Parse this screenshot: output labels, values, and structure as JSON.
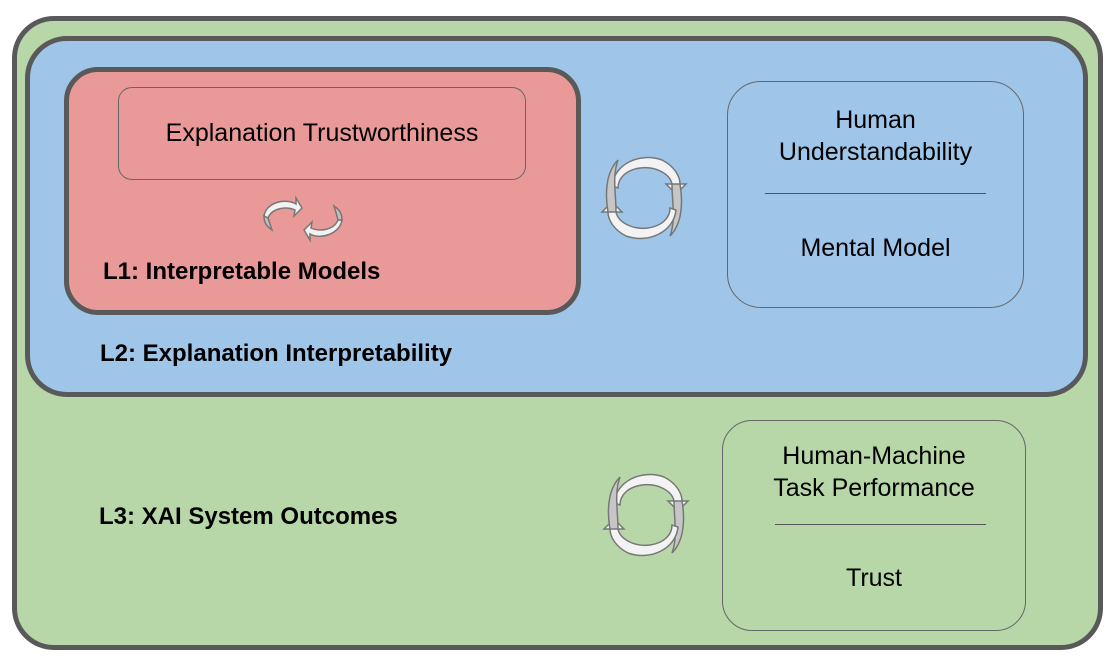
{
  "levels": {
    "l1": {
      "label": "L1: Interpretable Models",
      "color": "#ea9999"
    },
    "l2": {
      "label": "L2: Explanation Interpretability",
      "color": "#9fc5e8"
    },
    "l3": {
      "label": "L3: XAI System Outcomes",
      "color": "#b7d7a8"
    }
  },
  "boxes": {
    "explanation_trustworthiness": "Explanation Trustworthiness",
    "human_understandability": {
      "line1": "Human",
      "line2": "Understandability",
      "bottom": "Mental Model"
    },
    "human_machine": {
      "line1": "Human-Machine",
      "line2": "Task Performance",
      "bottom": "Trust"
    }
  },
  "icons": {
    "cycle_l1": "cycle-arrows-icon",
    "cycle_l2": "cycle-arrows-icon",
    "cycle_l3": "cycle-arrows-icon"
  },
  "colors": {
    "border": "#595959",
    "arrow_fill": "#cfcfcf",
    "arrow_light": "#f3f3f3"
  }
}
